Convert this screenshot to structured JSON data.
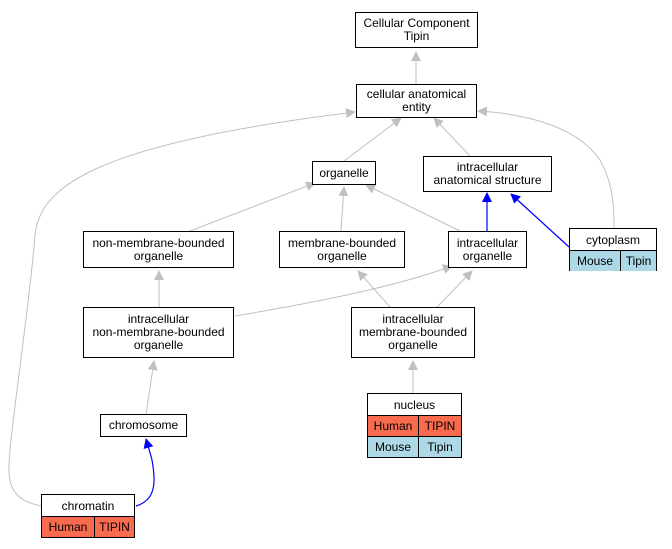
{
  "colors": {
    "edge_default": "#c0c0c0",
    "edge_highlight": "#0000ff",
    "human": "#f96b4e",
    "mouse": "#add8e6"
  },
  "nodes": {
    "root": "Cellular Component\nTipin",
    "cellular_anatomical_entity": "cellular anatomical\nentity",
    "organelle": "organelle",
    "intracellular_anatomical_structure": "intracellular\nanatomical structure",
    "non_membrane_bounded_organelle": "non-membrane-bounded\norganelle",
    "membrane_bounded_organelle": "membrane-bounded\norganelle",
    "intracellular_organelle": "intracellular\norganelle",
    "intracellular_non_membrane_bounded_organelle": "intracellular\nnon-membrane-bounded\norganelle",
    "intracellular_membrane_bounded_organelle": "intracellular\nmembrane-bounded\norganelle",
    "chromosome": "chromosome",
    "nucleus": {
      "title": "nucleus",
      "rows": [
        [
          "Human",
          "TIPIN"
        ],
        [
          "Mouse",
          "Tipin"
        ]
      ]
    },
    "cytoplasm": {
      "title": "cytoplasm",
      "rows": [
        [
          "Mouse",
          "Tipin"
        ]
      ]
    },
    "chromatin": {
      "title": "chromatin",
      "rows": [
        [
          "Human",
          "TIPIN"
        ]
      ]
    }
  }
}
